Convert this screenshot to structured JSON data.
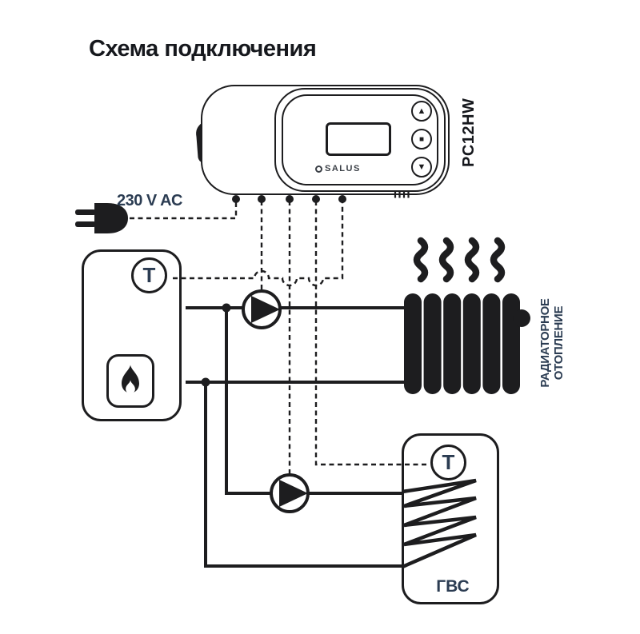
{
  "title": "Схема подключения",
  "colors": {
    "ink": "#1d1d1f",
    "label": "#2b3c52",
    "title": "#16181d",
    "bg": "#ffffff"
  },
  "power": {
    "label": "230 V AC"
  },
  "controller": {
    "model": "PC12HW",
    "brand": "SALUS",
    "buttons": [
      {
        "name": "up",
        "glyph": "▲"
      },
      {
        "name": "ok",
        "glyph": "■"
      },
      {
        "name": "down",
        "glyph": "▼"
      }
    ],
    "terminal_count": 5
  },
  "boiler": {
    "sensor": "T"
  },
  "pumps": {
    "count": 2
  },
  "radiator": {
    "label_line1": "РАДИАТОРНОЕ",
    "label_line2": "ОТОПЛЕНИЕ",
    "fin_count": 6
  },
  "tank": {
    "sensor": "T",
    "label": "ГВС"
  }
}
